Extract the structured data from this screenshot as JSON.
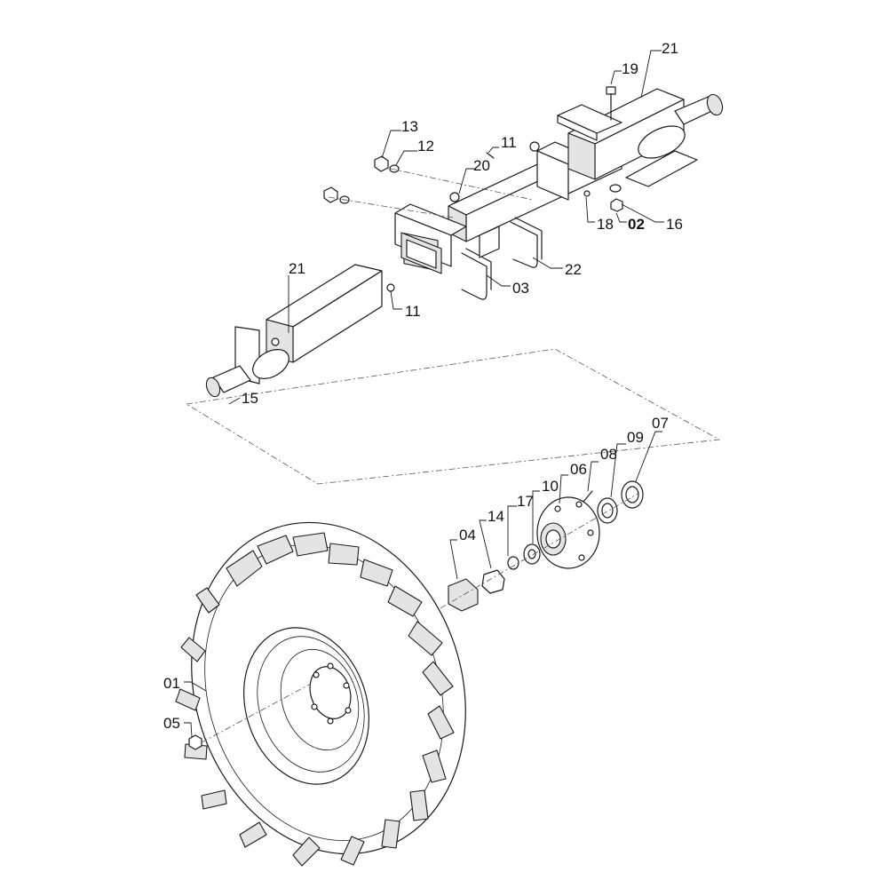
{
  "diagram": {
    "callouts": {
      "c01": "01",
      "c02": "02",
      "c03": "03",
      "c04": "04",
      "c05": "05",
      "c06": "06",
      "c07": "07",
      "c08": "08",
      "c09": "09",
      "c10": "10",
      "c11a": "11",
      "c11b": "11",
      "c12": "12",
      "c13": "13",
      "c14": "14",
      "c15": "15",
      "c16": "16",
      "c17": "17",
      "c18": "18",
      "c19": "19",
      "c20": "20",
      "c21a": "21",
      "c21b": "21",
      "c22": "22"
    }
  }
}
